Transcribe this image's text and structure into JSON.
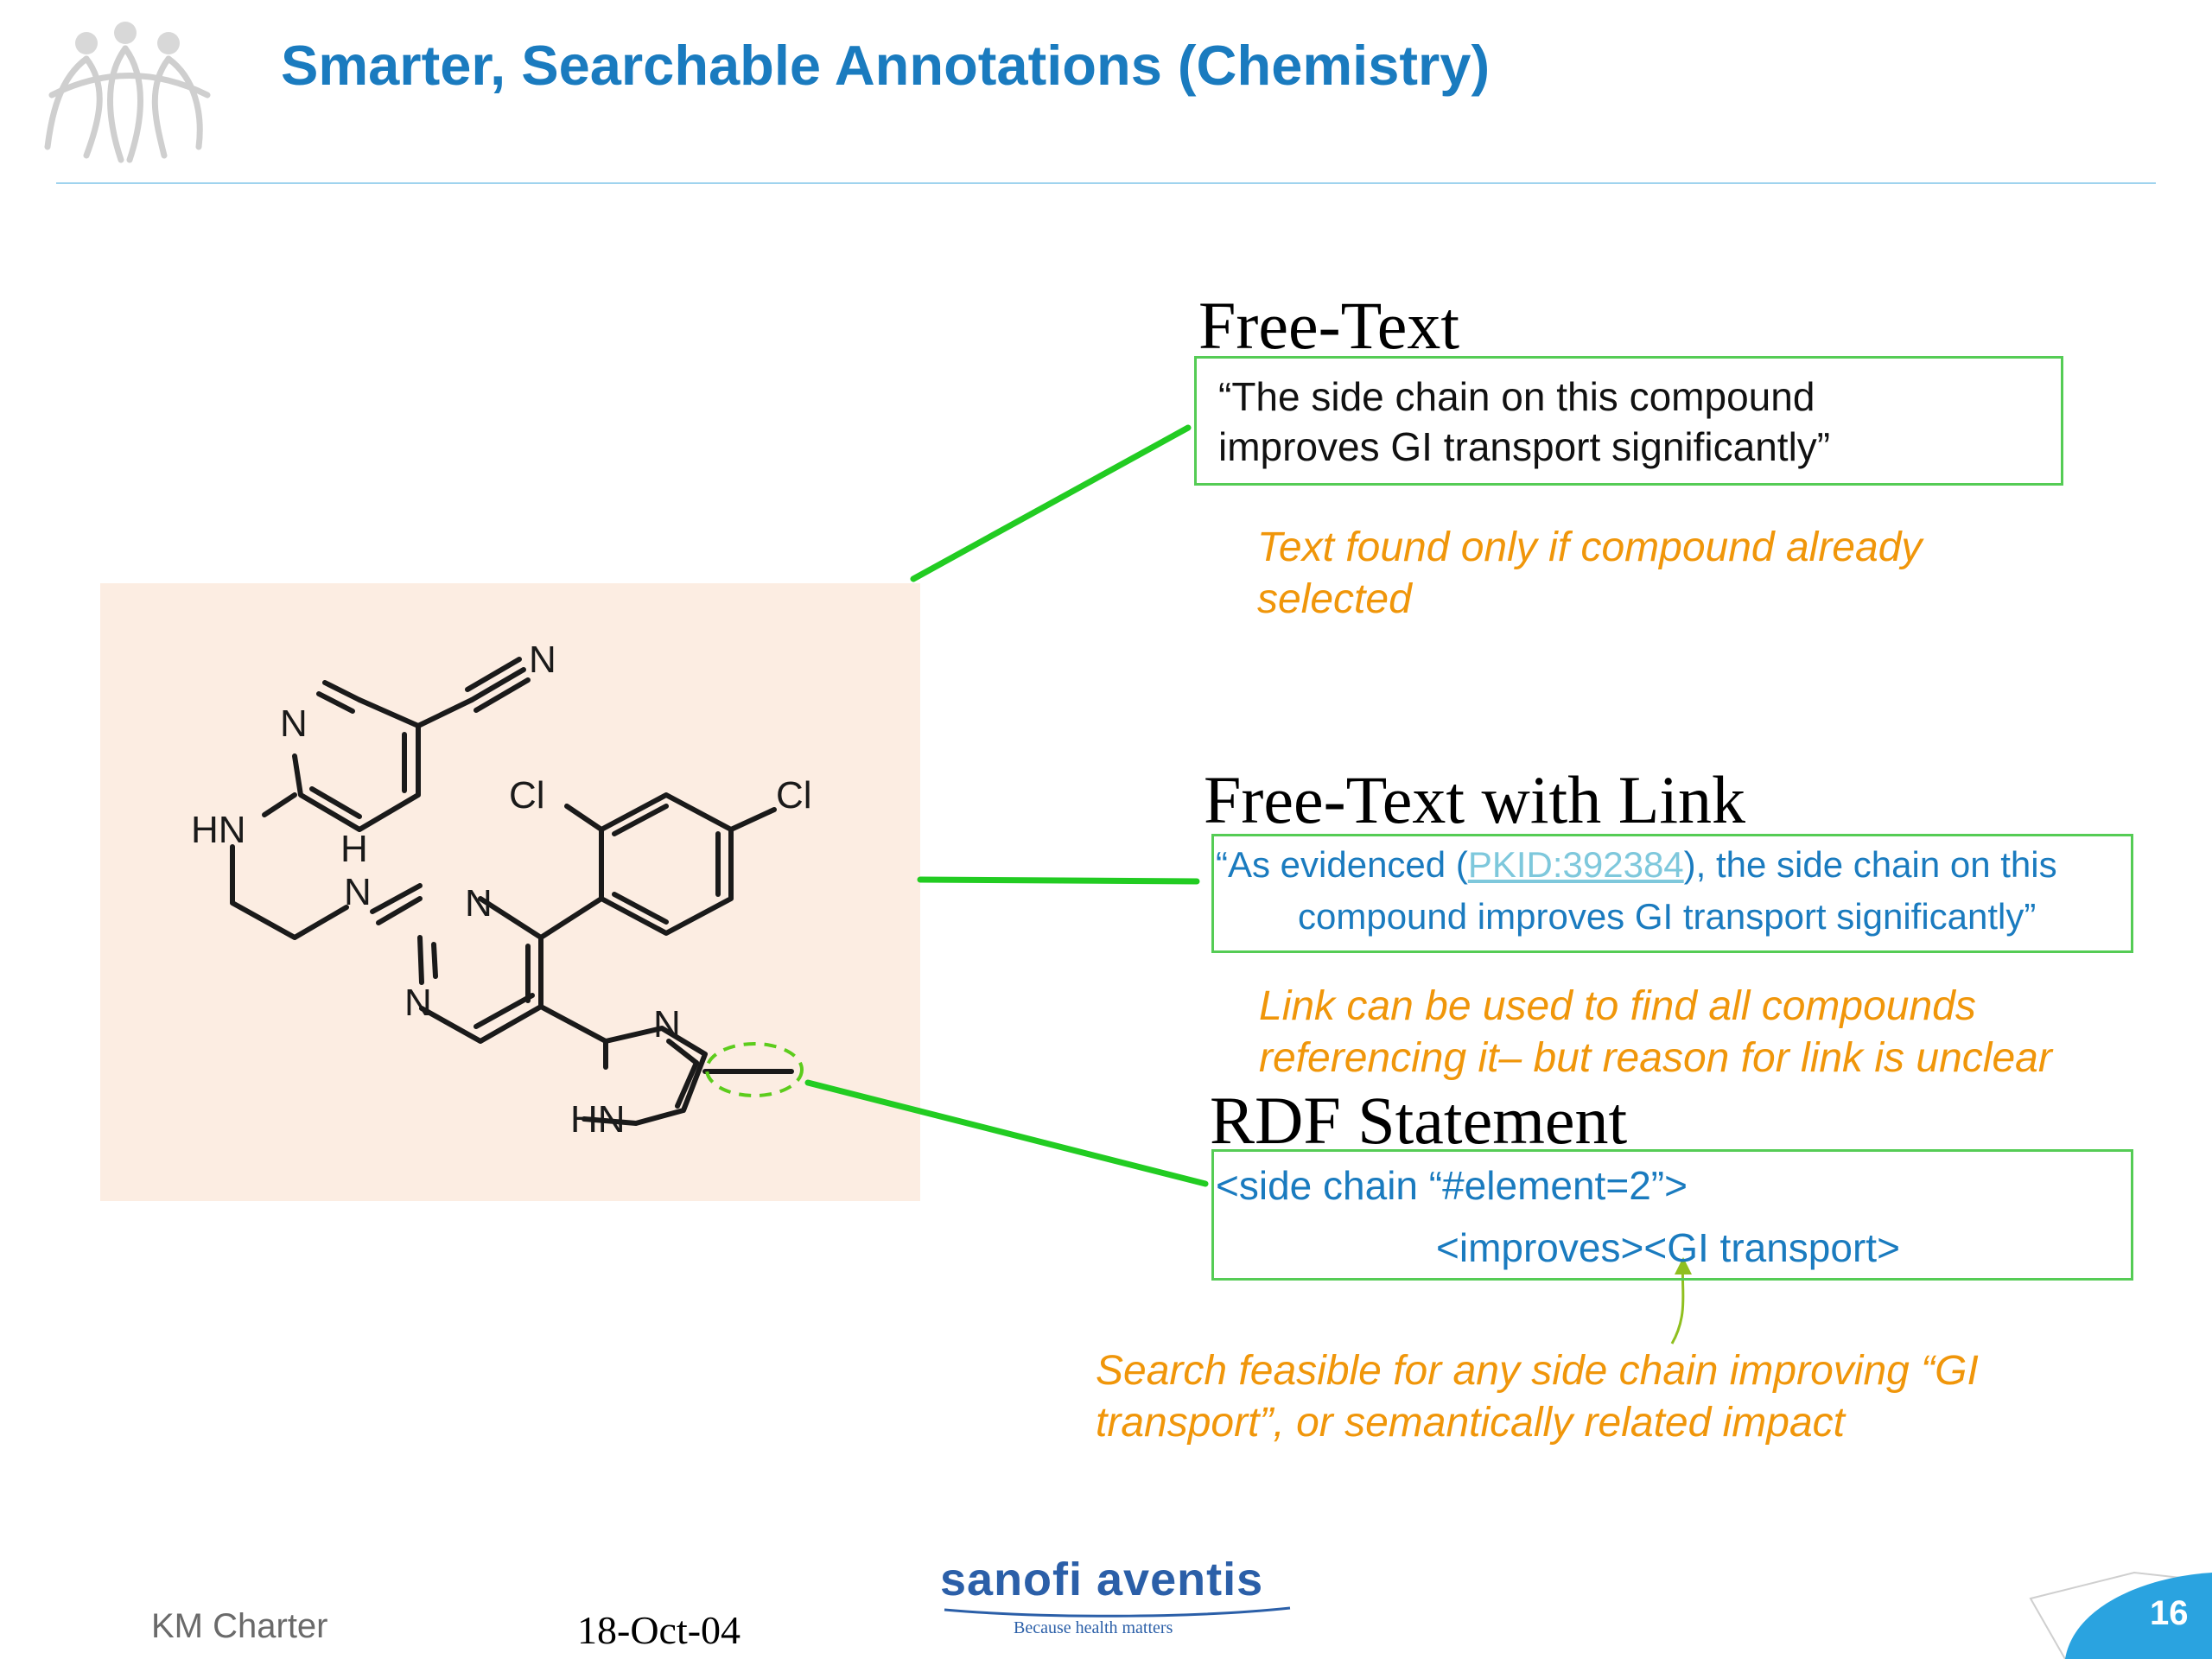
{
  "slide": {
    "title": "Smarter, Searchable Annotations (Chemistry)"
  },
  "molecule": {
    "atom_labels": [
      "N",
      "N",
      "HN",
      "H",
      "N",
      "N",
      "N",
      "Cl",
      "Cl",
      "N",
      "HN"
    ]
  },
  "sections": {
    "free_text": {
      "heading": "Free-Text",
      "quote_line1": "“The side chain on this compound",
      "quote_line2": "improves GI transport significantly”",
      "note_line1": "Text found only if compound already",
      "note_line2": "selected"
    },
    "free_text_link": {
      "heading": "Free-Text with Link",
      "line1_pre": "“As evidenced (",
      "link_text": "PKID:392384",
      "line1_post": "), the side chain on this",
      "line2": "compound improves GI transport significantly”",
      "note_line1": "Link can be used to find all compounds",
      "note_line2": "referencing it– but reason for link is unclear"
    },
    "rdf": {
      "heading": "RDF Statement",
      "line1": "<side chain “#element=2”>",
      "line2": "<improves><GI transport>",
      "note_line1": "Search feasible for any side chain improving “GI",
      "note_line2": "transport”, or semantically related impact"
    }
  },
  "footer": {
    "author": "KM Charter",
    "date": "18-Oct-04",
    "brand": "sanofi aventis",
    "tagline": "Because health matters",
    "page_number": "16"
  },
  "colors": {
    "title": "#1a7bbf",
    "connector": "#22cc22",
    "note": "#f0960a",
    "box_border": "#55cc55",
    "page_badge": "#2aa3e0"
  }
}
